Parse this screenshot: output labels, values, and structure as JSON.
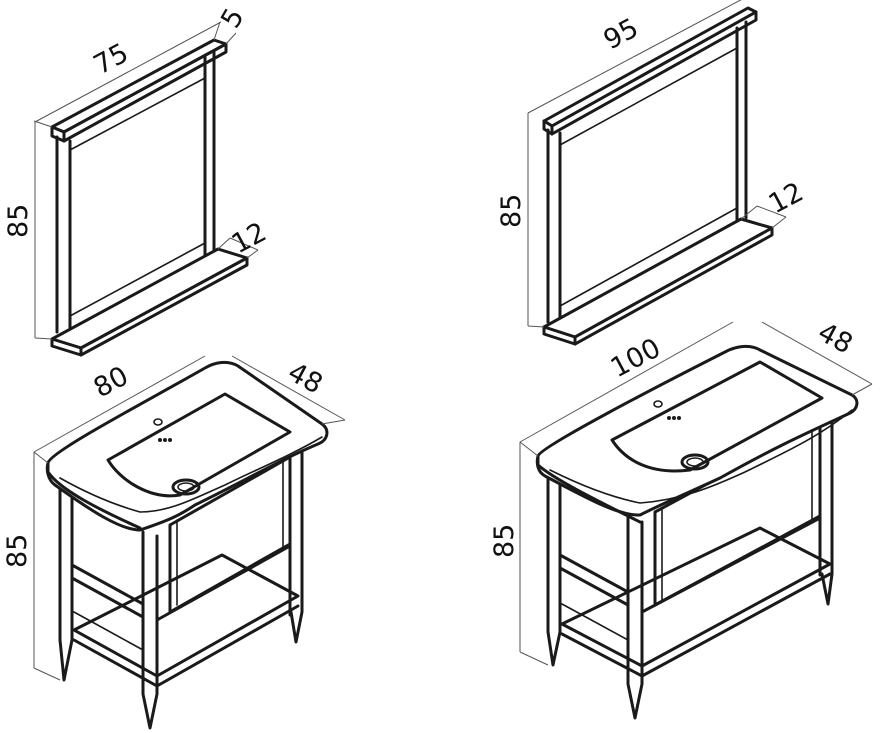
{
  "left_set": {
    "mirror": {
      "width": "75",
      "depth_top": "5",
      "shelf_depth": "12",
      "height": "85"
    },
    "vanity": {
      "width": "80",
      "depth": "48",
      "height": "85"
    }
  },
  "right_set": {
    "mirror": {
      "width": "95",
      "shelf_depth": "12",
      "height": "85"
    },
    "vanity": {
      "width": "100",
      "depth": "48",
      "height": "85"
    }
  }
}
